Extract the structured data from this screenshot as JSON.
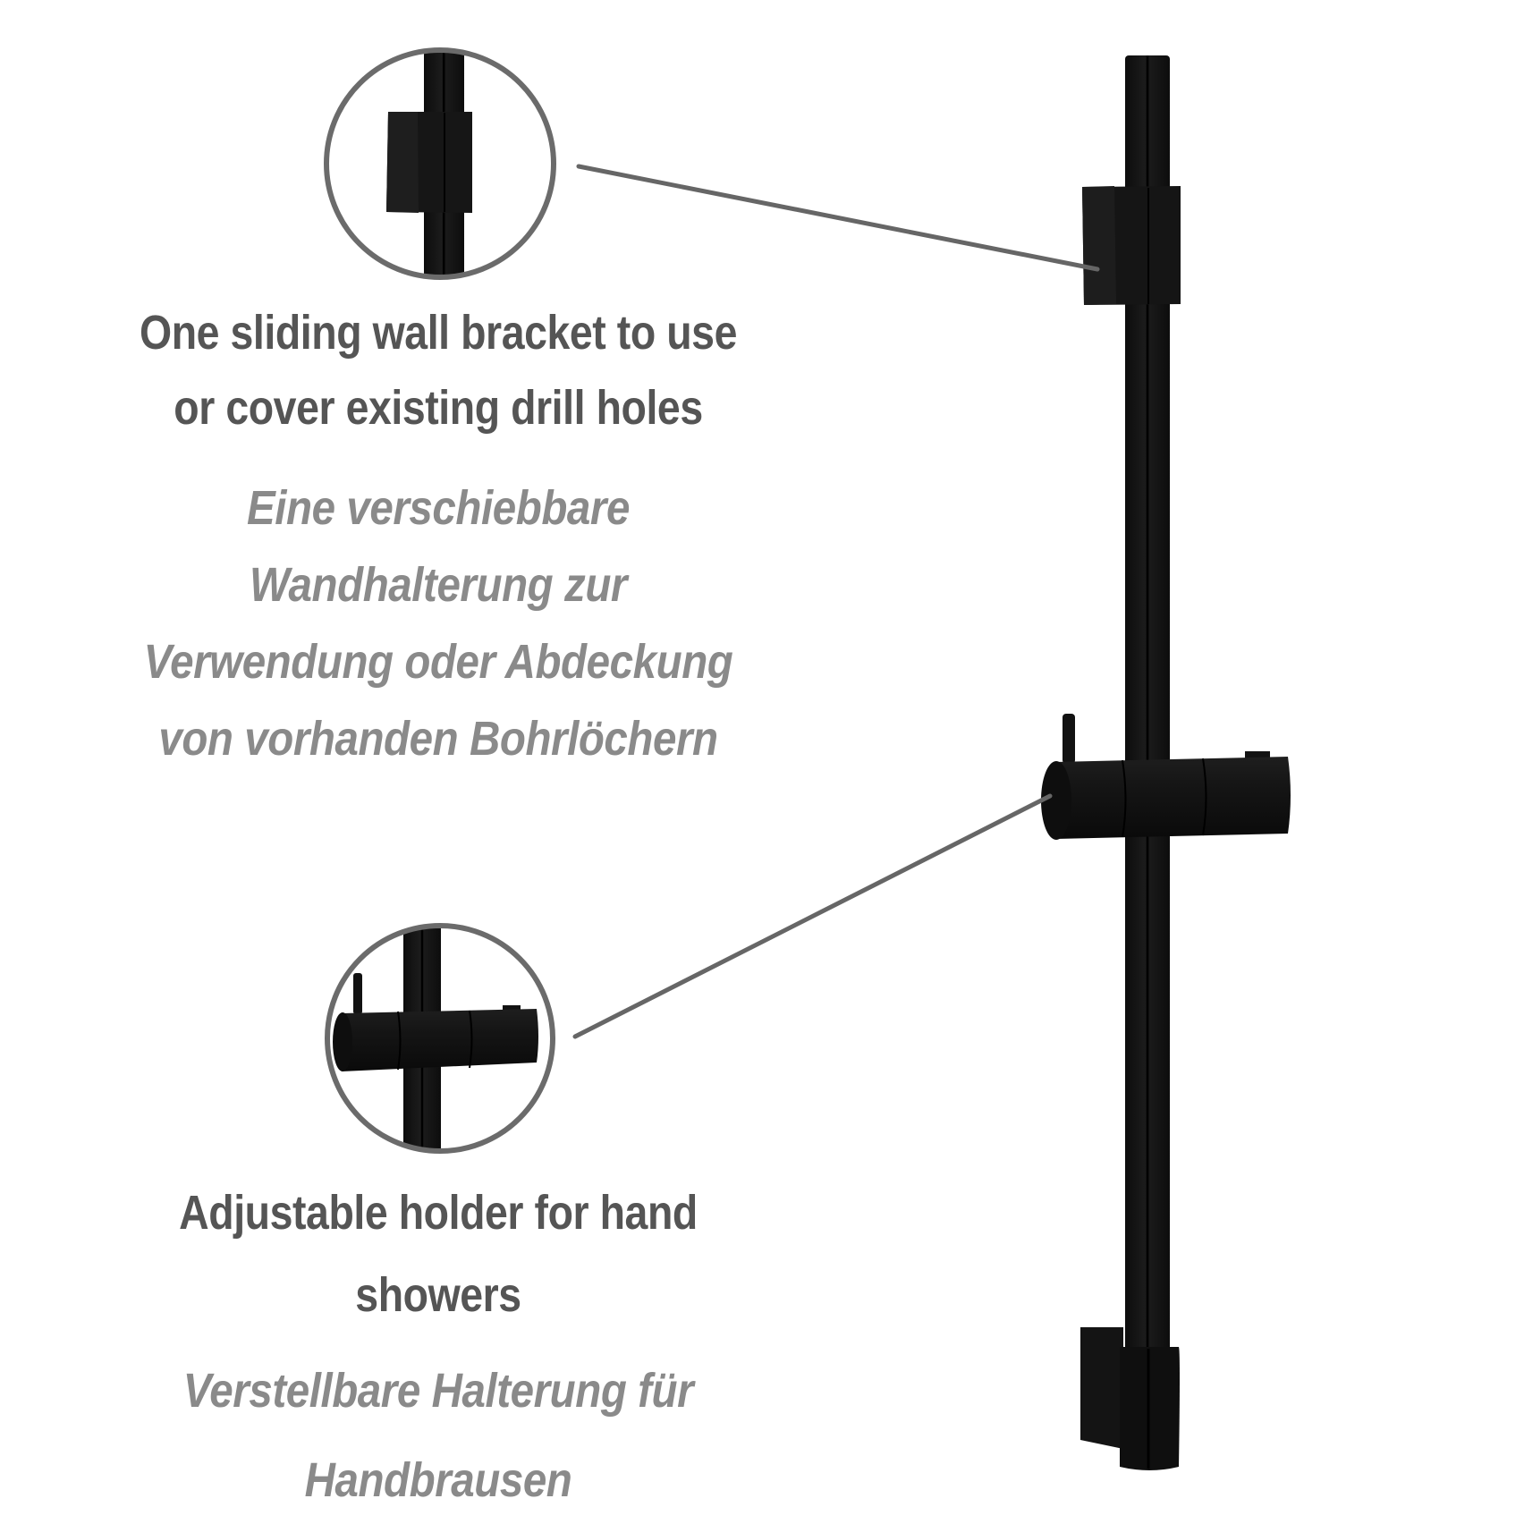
{
  "colors": {
    "background": "#ffffff",
    "product": "#111111",
    "product_highlight": "#2a2a2a",
    "callout_line": "#666666",
    "circle_border": "#6b6b6b",
    "english_text": "#555555",
    "german_text": "#8a8a8a"
  },
  "callouts": [
    {
      "id": "wall-bracket",
      "english": {
        "lines": [
          "One sliding wall bracket to use",
          "or cover existing drill holes"
        ]
      },
      "german": {
        "lines": [
          "Eine verschiebbare",
          "Wandhalterung zur",
          "Verwendung oder Abdeckung",
          "von vorhanden Bohrlöchern"
        ]
      },
      "detail_icon": "wall-bracket-detail-icon"
    },
    {
      "id": "hand-shower-holder",
      "english": {
        "lines": [
          "Adjustable holder for hand",
          "showers"
        ]
      },
      "german": {
        "lines": [
          "Verstellbare Halterung für",
          "Handbrausen"
        ]
      },
      "detail_icon": "shower-holder-detail-icon"
    }
  ],
  "product": {
    "name_icon": "shower-rail-icon",
    "parts": [
      "top-wall-bracket",
      "adjustable-slider",
      "bottom-wall-bracket",
      "rail"
    ]
  }
}
